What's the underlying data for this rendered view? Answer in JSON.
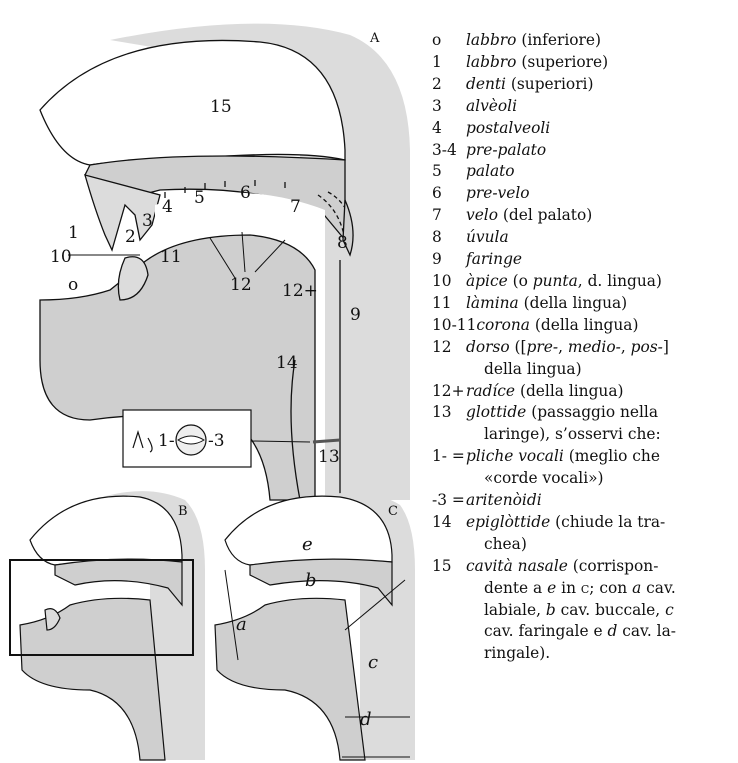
{
  "figure": {
    "panels": [
      "A",
      "B",
      "C"
    ],
    "labels_a": {
      "n15": "15",
      "n1": "1",
      "n2": "2",
      "n3": "3",
      "n4": "4",
      "n5": "5",
      "n6": "6",
      "n7": "7",
      "n8": "8",
      "n10": "10",
      "n11": "11",
      "n0": "o",
      "n12": "12",
      "n12p": "12+",
      "n9": "9",
      "n14": "14",
      "n13": "13"
    },
    "inset": {
      "left": "1-",
      "right": "-3"
    },
    "labels_c": {
      "e": "e",
      "b": "b",
      "a": "a",
      "c": "c",
      "d": "d"
    }
  },
  "legend": [
    {
      "num": "o",
      "parts": [
        {
          "t": "labbro",
          "s": "i"
        },
        {
          "t": " (inferiore)"
        }
      ]
    },
    {
      "num": "1",
      "parts": [
        {
          "t": "labbro",
          "s": "i"
        },
        {
          "t": " (superiore)"
        }
      ]
    },
    {
      "num": "2",
      "parts": [
        {
          "t": "denti",
          "s": "i"
        },
        {
          "t": " (superiori)"
        }
      ]
    },
    {
      "num": "3",
      "parts": [
        {
          "t": "alvèoli",
          "s": "i"
        }
      ]
    },
    {
      "num": "4",
      "parts": [
        {
          "t": "postalveoli",
          "s": "i"
        }
      ]
    },
    {
      "num": "3-4",
      "parts": [
        {
          "t": "pre-palato",
          "s": "i"
        }
      ]
    },
    {
      "num": "5",
      "parts": [
        {
          "t": "palato",
          "s": "i"
        }
      ]
    },
    {
      "num": "6",
      "parts": [
        {
          "t": "pre-velo",
          "s": "i"
        }
      ]
    },
    {
      "num": "7",
      "parts": [
        {
          "t": "velo",
          "s": "i"
        },
        {
          "t": " (del palato)"
        }
      ]
    },
    {
      "num": "8",
      "parts": [
        {
          "t": "úvula",
          "s": "i"
        }
      ]
    },
    {
      "num": "9",
      "parts": [
        {
          "t": "faringe",
          "s": "i"
        }
      ]
    },
    {
      "num": "10",
      "parts": [
        {
          "t": "àpice",
          "s": "i"
        },
        {
          "t": " (o "
        },
        {
          "t": "punta",
          "s": "i"
        },
        {
          "t": ", d. lingua)"
        }
      ]
    },
    {
      "num": "11",
      "parts": [
        {
          "t": "làmina",
          "s": "i"
        },
        {
          "t": " (della lingua)"
        }
      ]
    },
    {
      "num": "10-11",
      "parts": [
        {
          "t": "corona",
          "s": "i"
        },
        {
          "t": " (della lingua)"
        }
      ]
    },
    {
      "num": "12",
      "parts": [
        {
          "t": "dorso",
          "s": "i"
        },
        {
          "t": " (["
        },
        {
          "t": "pre-",
          "s": "i"
        },
        {
          "t": ", "
        },
        {
          "t": "medio-",
          "s": "i"
        },
        {
          "t": ", "
        },
        {
          "t": "pos-",
          "s": "i"
        },
        {
          "t": "]"
        }
      ]
    },
    {
      "num": "",
      "parts": [
        {
          "t": "della lingua)"
        }
      ],
      "indent": true
    },
    {
      "num": "12+",
      "parts": [
        {
          "t": "radíce",
          "s": "i"
        },
        {
          "t": " (della lingua)"
        }
      ]
    },
    {
      "num": "13",
      "parts": [
        {
          "t": "glottide",
          "s": "i"
        },
        {
          "t": " (passaggio nella"
        }
      ]
    },
    {
      "num": "",
      "parts": [
        {
          "t": "laringe), s’osservi che:"
        }
      ],
      "indent": true
    },
    {
      "num": "1- =",
      "parts": [
        {
          "t": "pliche vocali",
          "s": "i"
        },
        {
          "t": " (meglio che"
        }
      ]
    },
    {
      "num": "",
      "parts": [
        {
          "t": "«corde vocali»)"
        }
      ],
      "indent": true
    },
    {
      "num": "-3 =",
      "parts": [
        {
          "t": "aritenòidi",
          "s": "i"
        }
      ]
    },
    {
      "num": "14",
      "parts": [
        {
          "t": "epiglòttide",
          "s": "i"
        },
        {
          "t": " (chiude la tra-"
        }
      ]
    },
    {
      "num": "",
      "parts": [
        {
          "t": "chea)"
        }
      ],
      "indent": true
    },
    {
      "num": "15",
      "parts": [
        {
          "t": "cavità nasale",
          "s": "i"
        },
        {
          "t": " (corrispon-"
        }
      ]
    },
    {
      "num": "",
      "parts": [
        {
          "t": "dente a "
        },
        {
          "t": "e",
          "s": "i"
        },
        {
          "t": " in "
        },
        {
          "t": "c",
          "s": "sc"
        },
        {
          "t": "; con "
        },
        {
          "t": "a",
          "s": "i"
        },
        {
          "t": " cav."
        }
      ],
      "indent": true
    },
    {
      "num": "",
      "parts": [
        {
          "t": "labiale, "
        },
        {
          "t": "b",
          "s": "i"
        },
        {
          "t": " cav. buccale, "
        },
        {
          "t": "c",
          "s": "i"
        }
      ],
      "indent": true
    },
    {
      "num": "",
      "parts": [
        {
          "t": "cav. faringale e "
        },
        {
          "t": "d",
          "s": "i"
        },
        {
          "t": " cav. la-"
        }
      ],
      "indent": true
    },
    {
      "num": "",
      "parts": [
        {
          "t": "ringale)."
        }
      ],
      "indent": true
    }
  ]
}
